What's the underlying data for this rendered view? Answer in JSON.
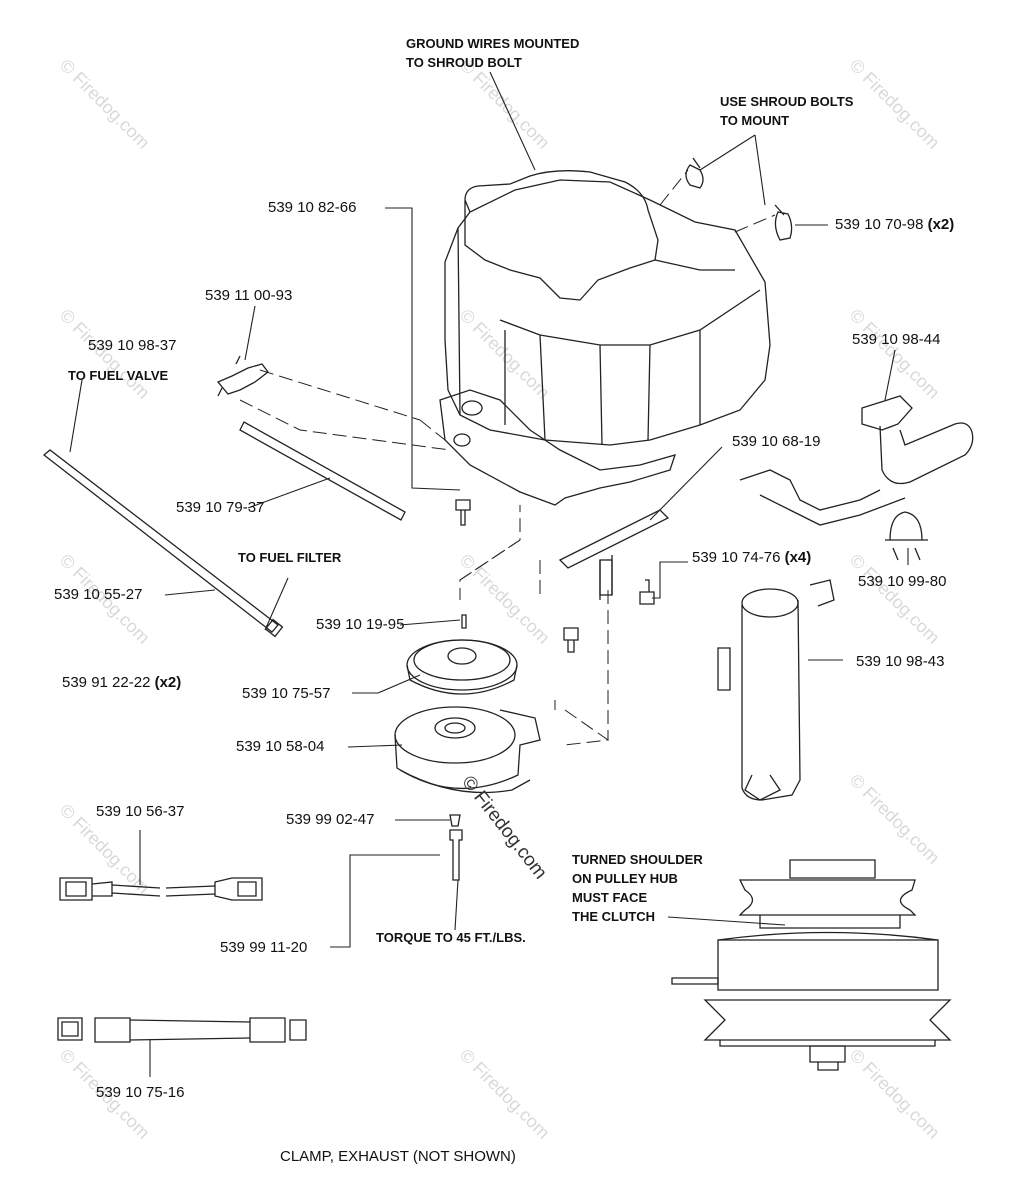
{
  "notes": {
    "ground_wires": [
      "GROUND WIRES MOUNTED",
      "TO SHROUD BOLT"
    ],
    "shroud_bolts": [
      "USE SHROUD BOLTS",
      "TO MOUNT"
    ],
    "to_fuel_valve": "TO FUEL VALVE",
    "to_fuel_filter": "TO FUEL FILTER",
    "torque": "TORQUE TO 45 FT./LBS.",
    "turned_shoulder": [
      "TURNED SHOULDER",
      "ON PULLEY HUB",
      "MUST FACE",
      "THE CLUTCH"
    ]
  },
  "parts": [
    {
      "id": "p-82-66",
      "number": "539 10 82-66",
      "qty": ""
    },
    {
      "id": "p-70-98",
      "number": "539 10 70-98",
      "qty": "(x2)"
    },
    {
      "id": "p-00-93",
      "number": "539 11 00-93",
      "qty": ""
    },
    {
      "id": "p-98-37",
      "number": "539 10 98-37",
      "qty": ""
    },
    {
      "id": "p-98-44",
      "number": "539 10 98-44",
      "qty": ""
    },
    {
      "id": "p-68-19",
      "number": "539 10 68-19",
      "qty": ""
    },
    {
      "id": "p-79-37",
      "number": "539 10 79-37",
      "qty": ""
    },
    {
      "id": "p-74-76",
      "number": "539 10 74-76",
      "qty": "(x4)"
    },
    {
      "id": "p-99-80",
      "number": "539 10 99-80",
      "qty": ""
    },
    {
      "id": "p-55-27",
      "number": "539 10 55-27",
      "qty": ""
    },
    {
      "id": "p-19-95",
      "number": "539 10 19-95",
      "qty": ""
    },
    {
      "id": "p-98-43",
      "number": "539 10 98-43",
      "qty": ""
    },
    {
      "id": "p-22-22",
      "number": "539 91 22-22",
      "qty": "(x2)"
    },
    {
      "id": "p-75-57",
      "number": "539 10 75-57",
      "qty": ""
    },
    {
      "id": "p-58-04",
      "number": "539 10 58-04",
      "qty": ""
    },
    {
      "id": "p-56-37",
      "number": "539 10 56-37",
      "qty": ""
    },
    {
      "id": "p-02-47",
      "number": "539 99 02-47",
      "qty": ""
    },
    {
      "id": "p-11-20",
      "number": "539 99 11-20",
      "qty": ""
    },
    {
      "id": "p-75-16",
      "number": "539 10 75-16",
      "qty": ""
    }
  ],
  "footer": "CLAMP, EXHAUST (NOT SHOWN)",
  "watermark": "© Firedog.com",
  "watermark_center": "© Firedog.com"
}
